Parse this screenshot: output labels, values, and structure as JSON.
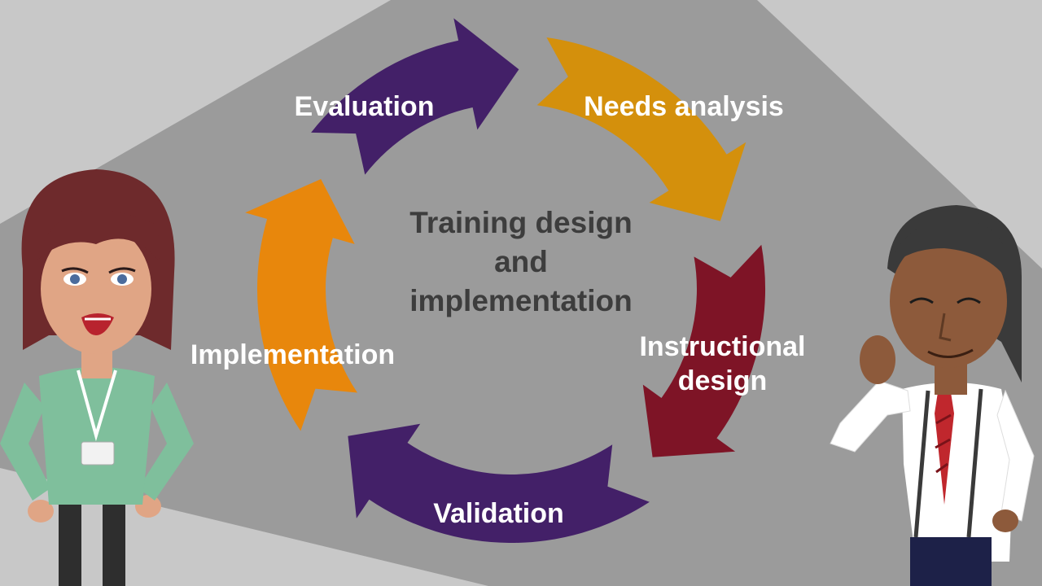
{
  "diagram": {
    "center_title_lines": [
      "Training design",
      "and",
      "implementation"
    ],
    "stages": [
      {
        "label_lines": [
          "Needs analysis"
        ],
        "color": "#d4900c"
      },
      {
        "label_lines": [
          "Instructional",
          "design"
        ],
        "color": "#7e1426"
      },
      {
        "label_lines": [
          "Validation"
        ],
        "color": "#432068"
      },
      {
        "label_lines": [
          "Implementation"
        ],
        "color": "#e8870c"
      },
      {
        "label_lines": [
          "Evaluation"
        ],
        "color": "#432068"
      }
    ]
  },
  "characters": [
    {
      "icon": "woman-presenter-figure"
    },
    {
      "icon": "man-presenter-figure"
    }
  ],
  "colors": {
    "background_light": "#c8c8c8",
    "spotlight": "#9b9b9b",
    "center_text": "#3d3d3d",
    "label_text": "#ffffff"
  }
}
